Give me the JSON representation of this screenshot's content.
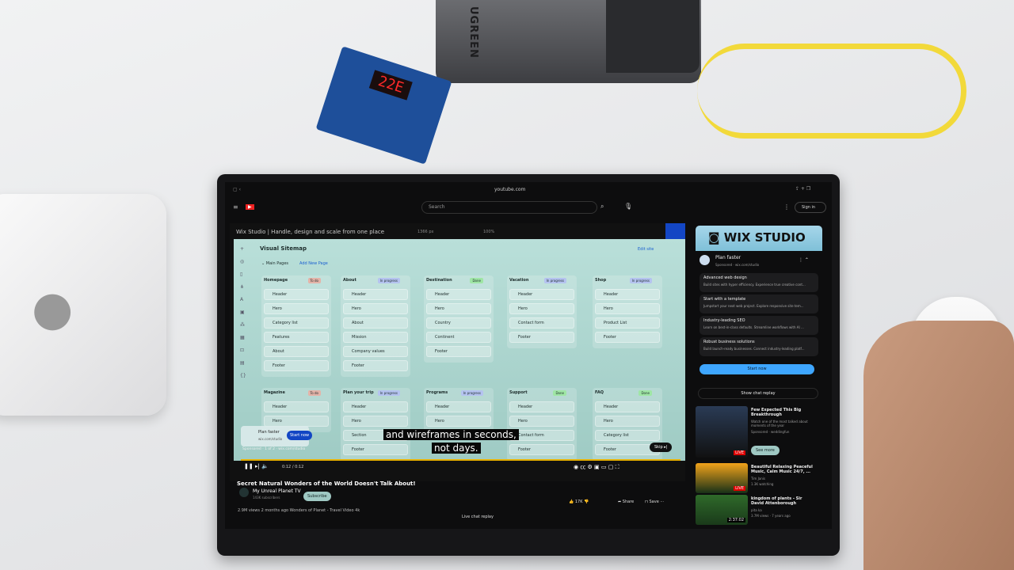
{
  "scene": {
    "powerbank_brand": "UGREEN",
    "board_display": "22E"
  },
  "browser": {
    "url": "youtube.com"
  },
  "youtube": {
    "search_placeholder": "Search",
    "sign_in": "Sign in"
  },
  "video": {
    "overlay_title": "Wix Studio | Handle, design and scale from one place",
    "editor": {
      "title": "Visual Sitemap",
      "edit_site": "Edit site",
      "main_pages": "Main Pages",
      "add_new_page": "Add New Page",
      "zoom": "100%",
      "width": "1366 px",
      "columns": [
        {
          "name": "Homepage",
          "status": "To do",
          "items": [
            "Header",
            "Hero",
            "Category list",
            "Features",
            "About",
            "Footer"
          ]
        },
        {
          "name": "About",
          "status": "In progress",
          "items": [
            "Header",
            "Hero",
            "About",
            "Mission",
            "Company values",
            "Footer"
          ]
        },
        {
          "name": "Destination",
          "status": "Done",
          "items": [
            "Header",
            "Hero",
            "Country",
            "Continent",
            "Footer"
          ]
        },
        {
          "name": "Vacation",
          "status": "In progress",
          "items": [
            "Header",
            "Hero",
            "Contact form",
            "Footer"
          ]
        },
        {
          "name": "Shop",
          "status": "In progress",
          "items": [
            "Header",
            "Hero",
            "Product List",
            "Footer"
          ]
        },
        {
          "name": "Magazine",
          "status": "To do",
          "items": [
            "Header",
            "Hero"
          ]
        },
        {
          "name": "Plan your trip",
          "status": "In progress",
          "items": [
            "Header",
            "Hero",
            "Section",
            "Footer"
          ]
        },
        {
          "name": "Programs",
          "status": "In progress",
          "items": [
            "Header",
            "Hero"
          ]
        },
        {
          "name": "Support",
          "status": "Done",
          "items": [
            "Header",
            "Hero",
            "Contact form",
            "Footer"
          ]
        },
        {
          "name": "FAQ",
          "status": "Done",
          "items": [
            "Header",
            "Hero",
            "Category list",
            "Footer"
          ]
        }
      ]
    },
    "ad_overlay": {
      "title": "Plan faster",
      "url": "wix.com/studio",
      "cta": "Start now",
      "sponsored": "Sponsored · 1 of 2 · wix.com/studio"
    },
    "caption_line1": "and wireframes in seconds,",
    "caption_line2": "not days.",
    "skip": "Skip",
    "time": "0:12 / 0:12",
    "progress_percent": 100,
    "title": "Secret Natural Wonders of the World Doesn't Talk About!",
    "channel": "My Unreal Planet TV",
    "subscribers": "143K subscribers",
    "subscribe": "Subscribe",
    "views": "2.9M views  2 months ago  Wonders of Planet - Travel Video 4k",
    "likes": "17K",
    "share": "Share",
    "save": "Save",
    "live_chat": "Live chat replay"
  },
  "sidebar": {
    "banner": "WIX STUDIO",
    "ad_title": "Plan faster",
    "ad_meta": "Sponsored · wix.com/studio",
    "ad_items": [
      {
        "t": "Advanced web design",
        "d": "Build sites with hyper efficiency. Experience true creative cont..."
      },
      {
        "t": "Start with a template",
        "d": "Jumpstart your next web project. Explore responsive site tem..."
      },
      {
        "t": "Industry-leading SEO",
        "d": "Learn on best-in-class defaults. Streamline workflows with AI ..."
      },
      {
        "t": "Robust business solutions",
        "d": "Build launch-ready businesses. Connect industry-leading platf..."
      }
    ],
    "start_now": "Start now",
    "show_chat": "Show chat replay",
    "videos": [
      {
        "title": "Few Expected This Big Breakthrough",
        "meta": "Watch one of the most talked about moments of the year",
        "meta2": "Sponsored · weddingfun",
        "badge": "LIVE",
        "cta": "See more"
      },
      {
        "title": "Beautiful Relaxing Peaceful Music, Calm Music 24/7, ...",
        "meta": "Tim Janis",
        "meta2": "1.3K watching",
        "badge": "LIVE"
      },
      {
        "title": "kingdom of plants - Sir David Attenborough",
        "meta": "pita ka",
        "meta2": "3.7M views · 7 years ago",
        "badge": "2:37:02"
      }
    ]
  }
}
